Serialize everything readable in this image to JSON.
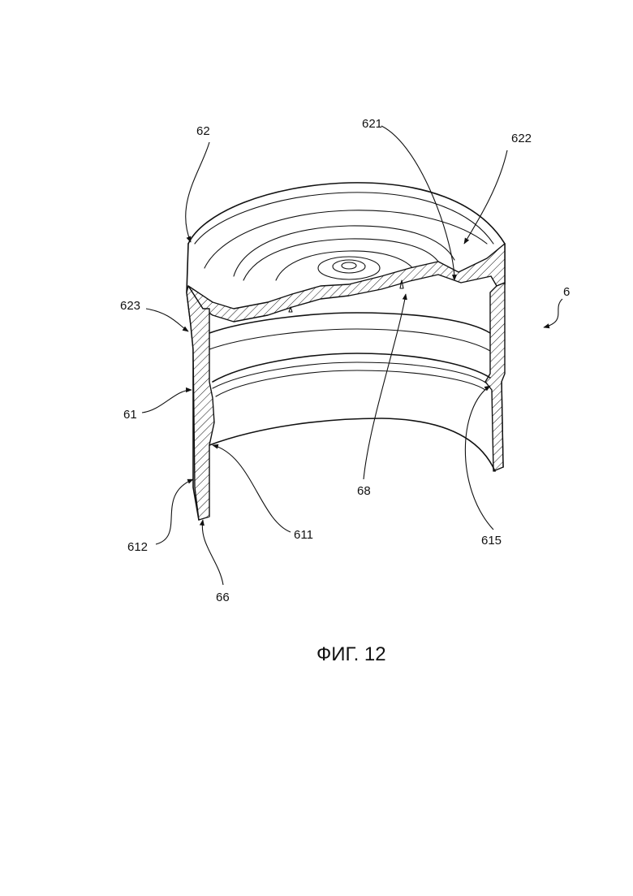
{
  "figure": {
    "caption": "ФИГ. 12",
    "part_number": "6",
    "labels": {
      "l62": "62",
      "l621": "621",
      "l622": "622",
      "l623": "623",
      "l61": "61",
      "l68": "68",
      "l611": "611",
      "l612": "612",
      "l615": "615",
      "l66": "66"
    }
  }
}
